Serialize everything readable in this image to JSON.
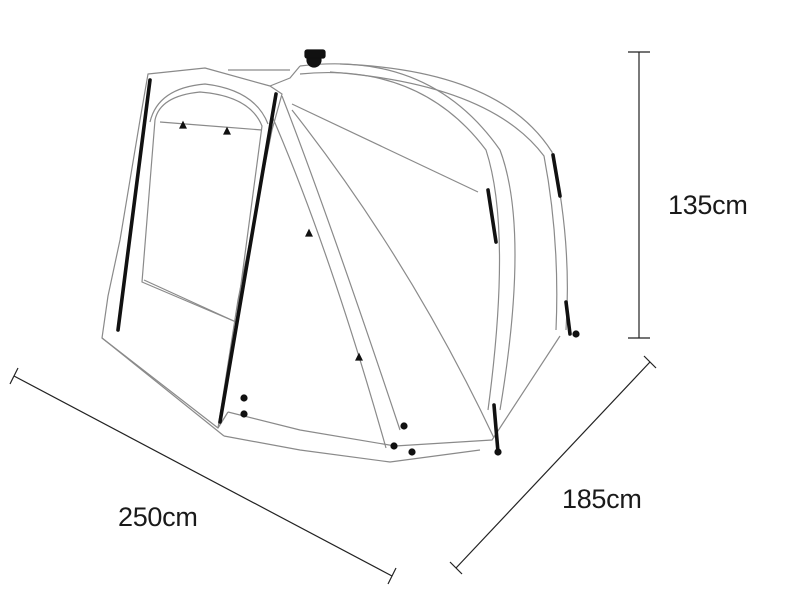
{
  "dimensions": {
    "height": "135cm",
    "width": "185cm",
    "length": "250cm"
  },
  "colors": {
    "outline": "#8a8a8a",
    "frame": "#111111",
    "dimension_line": "#222222",
    "background": "#ffffff"
  }
}
